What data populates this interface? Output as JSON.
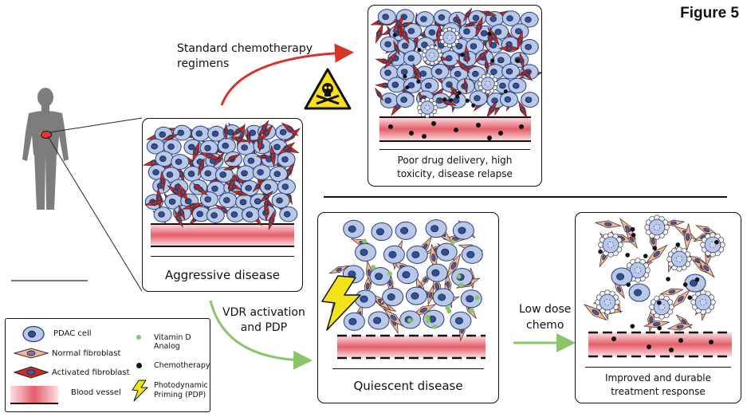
{
  "figure_label": "Figure 5",
  "arrows": {
    "standard": "Standard chemotherapy\nregimens",
    "vdr": "VDR activation\nand PDP",
    "low_dose": "Low dose\nchemo"
  },
  "panels": {
    "aggressive": "Aggressive disease",
    "poor": "Poor drug delivery, high\ntoxicity, disease relapse",
    "quiescent": "Quiescent disease",
    "improved": "Improved and durable\ntreatment response"
  },
  "legend": {
    "pdac": "PDAC cell",
    "normal_fibro": "Normal fibroblast",
    "activated_fibro": "Activated fibroblast",
    "vessel": "Blood vessel",
    "vitamin_d": "Vitamin D Analog",
    "chemo": "Chemotherapy",
    "pdp": "Photodynamic\nPriming (PDP)"
  },
  "colors": {
    "pdac_fill": "#b8c8e8",
    "pdac_nucleus": "#2f4f9a",
    "activated_fibroblast": "#cc2a2a",
    "normal_fibroblast": "#f2b49a",
    "vessel": "#e8707a",
    "arrow_red": "#d6332b",
    "arrow_green": "#8cc46a",
    "lightning": "#f2e21a",
    "vitamin_d": "#8cc46a"
  }
}
